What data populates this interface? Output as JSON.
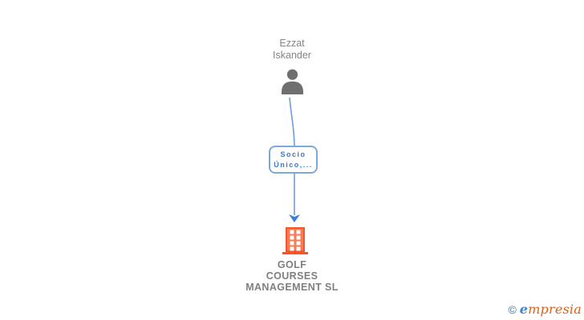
{
  "diagram": {
    "person": {
      "name_lines": [
        "Ezzat",
        "Iskander"
      ],
      "icon": "person-silhouette-icon"
    },
    "edge": {
      "label_lines": [
        "Socio",
        "Único,..."
      ]
    },
    "company": {
      "name_lines": [
        "GOLF",
        "COURSES",
        "MANAGEMENT SL"
      ],
      "icon": "building-icon"
    }
  },
  "footer": {
    "copyright_symbol": "©",
    "brand_first_letter": "e",
    "brand_rest": "mpresia"
  },
  "colors": {
    "background": "#ffffff",
    "person_icon_gray": "#6f6f6f",
    "person_name_gray": "#848484",
    "edge_line_blue": "#6f9cda",
    "edge_box_border_blue": "#7ca8dc",
    "edge_label_text_blue": "#4377bc",
    "arrowhead_blue": "#3d7edb",
    "building_orange": "#f4552b",
    "building_fill_orange": "#fc7a52",
    "company_name_gray": "#7f7f7f",
    "logo_copyright_teal": "#3579a8",
    "logo_e_blue": "#3c85d6",
    "logo_word_orange": "#dd6018"
  }
}
